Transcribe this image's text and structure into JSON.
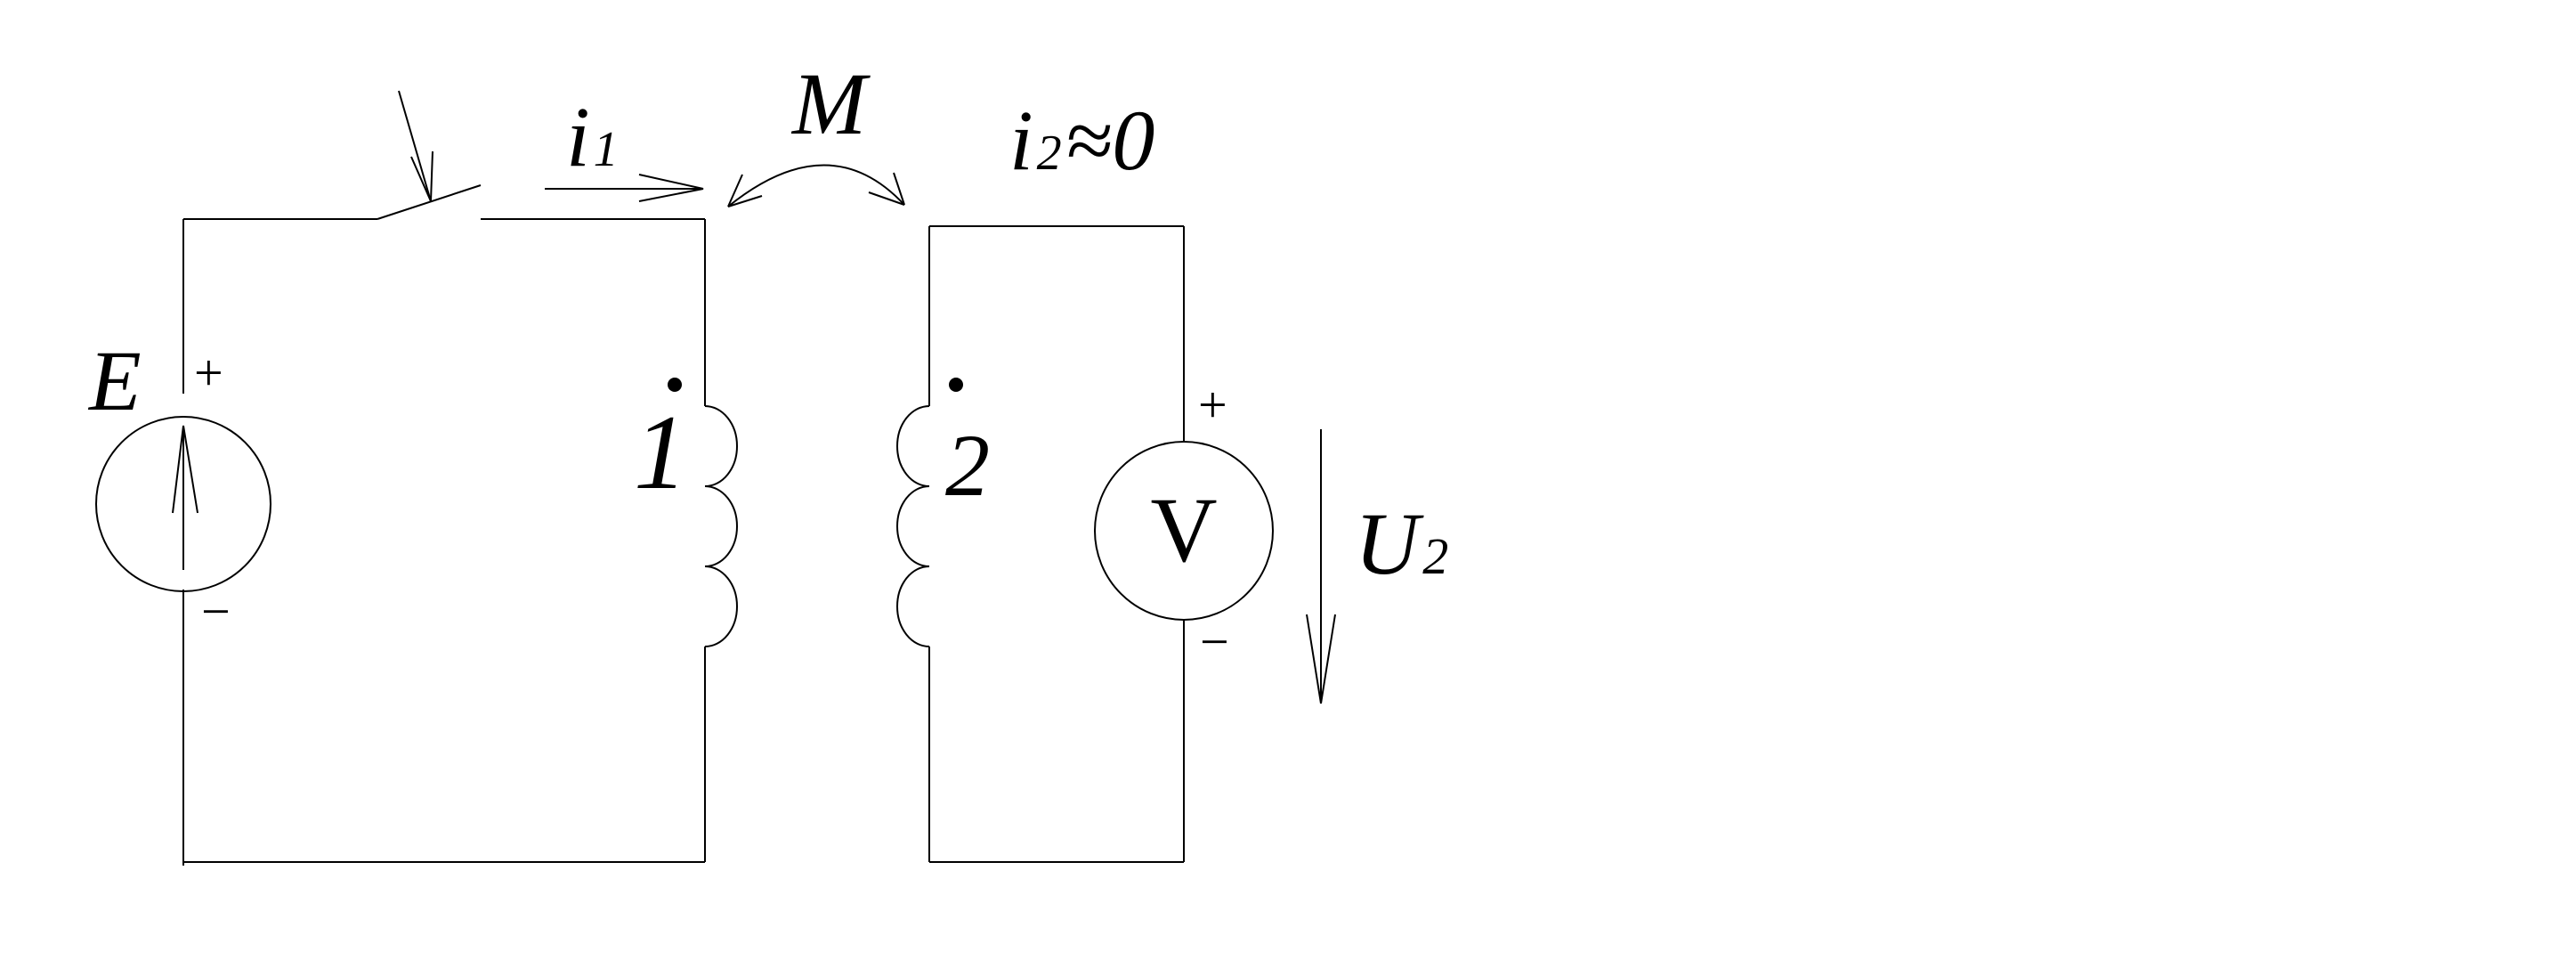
{
  "labels": {
    "i1_main": "i",
    "i1_sub": "1",
    "mutual": "M",
    "i2_main": "i",
    "i2_sub": "2",
    "i2_approx": "≈0",
    "source": "E",
    "source_plus": "+",
    "source_minus": "−",
    "coil1": "1",
    "coil2": "2",
    "meter": "V",
    "meter_plus": "+",
    "meter_minus": "−",
    "u2_main": "U",
    "u2_sub": "2"
  }
}
